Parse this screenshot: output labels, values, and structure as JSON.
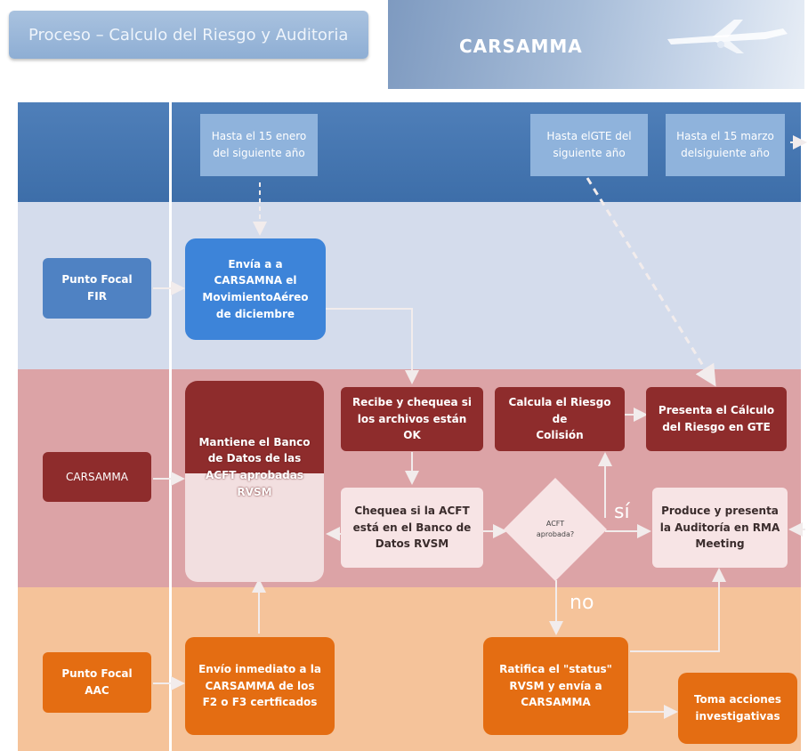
{
  "header": {
    "title": "Proceso – Calculo del Riesgo y Auditoria",
    "banner": "CARSAMMA"
  },
  "deadlines": {
    "d1": "Hasta el 15 enero\ndel siguiente año",
    "d2": "Hasta elGTE del\nsiguiente año",
    "d3": "Hasta el 15 marzo\ndelsiguiente año"
  },
  "lanes": {
    "fir": "Punto Focal\nFIR",
    "carsamma": "CARSAMMA",
    "aac": "Punto Focal\nAAC"
  },
  "nodes": {
    "envia": "Envía a a\nCARSAMNA el\nMovimientoAéreo\nde diciembre",
    "mantiene": "Mantiene el Banco\nde Datos de las\nACFT aprobadas\nRVSM",
    "recibe": "Recibe y chequea si\nlos archivos están OK",
    "chequea": "Chequea si la ACFT\nestá en el Banco de\nDatos RVSM",
    "decision": "ACFT\naprobada?",
    "calcula": "Calcula el Riesgo de\nColisión",
    "presenta": "Presenta el Cálculo\ndel Riesgo en GTE",
    "produce": "Produce y presenta\nla Auditoría en RMA\nMeeting",
    "envio": "Envío inmediato a la\nCARSAMMA de los\nF2 o F3 certficados",
    "ratifica": "Ratifica el \"status\"\nRVSM y envía a\nCARSAMMA",
    "toma": "Toma acciones\ninvestigativas"
  },
  "labels": {
    "yes": "sí",
    "no": "no"
  },
  "colors": {
    "blue_lane": "#3d6ea9",
    "fir_lane": "#d4dcec",
    "carsamma_lane": "#dca3a6",
    "aac_lane": "#f5c39a",
    "blue_box": "#3d84d9",
    "maroon_box": "#8e2c2c",
    "orange_box": "#e46d12"
  }
}
